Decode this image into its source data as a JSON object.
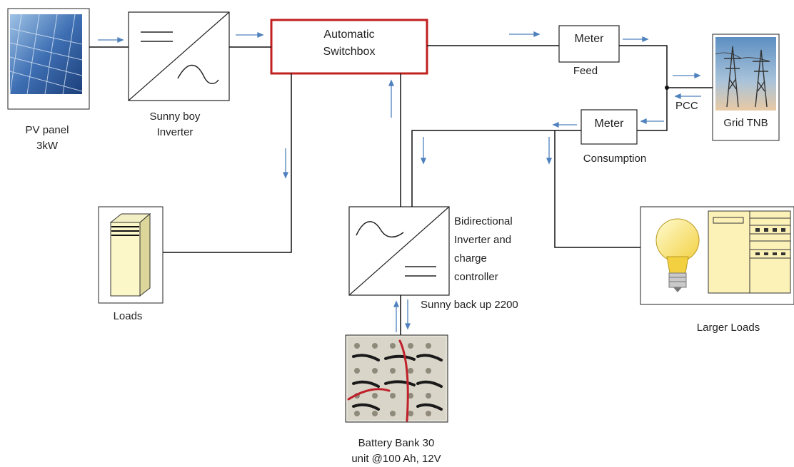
{
  "components": {
    "pv_panel": {
      "label_line1": "PV panel",
      "label_line2": "3kW"
    },
    "inverter": {
      "label_line1": "Sunny boy",
      "label_line2": "Inverter"
    },
    "switchbox": {
      "label_line1": "Automatic",
      "label_line2": "Switchbox",
      "border_color": "#c0201f"
    },
    "meter_feed": {
      "title": "Meter",
      "label": "Feed"
    },
    "meter_consumption": {
      "title": "Meter",
      "label": "Consumption"
    },
    "grid": {
      "label": "Grid TNB"
    },
    "pcc": {
      "label": "PCC"
    },
    "loads": {
      "label": "Loads"
    },
    "bidirectional_inverter": {
      "label_lines": [
        "Bidirectional",
        "Inverter and",
        "charge",
        "controller"
      ],
      "model": "Sunny back up 2200"
    },
    "larger_loads": {
      "label": "Larger Loads"
    },
    "battery": {
      "label_line1": "Battery Bank 30",
      "label_line2": "unit @100 Ah, 12V"
    }
  },
  "colors": {
    "arrow": "#4f81bd",
    "line": "#000000",
    "switchbox_border": "#c0201f"
  }
}
